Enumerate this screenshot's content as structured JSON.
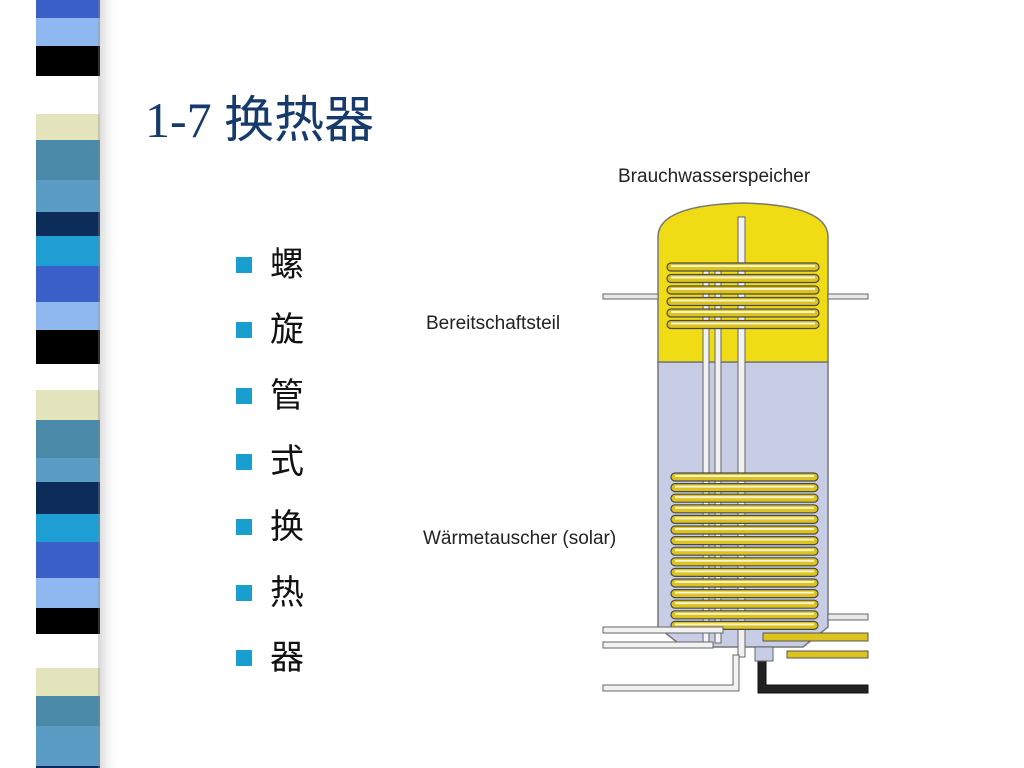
{
  "slide": {
    "title": "1-7 换热器"
  },
  "bullets": [
    {
      "text": "螺"
    },
    {
      "text": "旋"
    },
    {
      "text": "管"
    },
    {
      "text": "式"
    },
    {
      "text": "换"
    },
    {
      "text": "热"
    },
    {
      "text": "器"
    }
  ],
  "diagram": {
    "labels": {
      "tank": "Brauchwasserspeicher",
      "standby": "Bereitschaftsteil",
      "exchanger": "Wärmetauscher (solar)"
    }
  },
  "colors": {
    "title": "#163a6b",
    "bullet": "#199ed0",
    "tank_upper": "#f0dc14",
    "tank_lower": "#c8cde6",
    "coil": "#dcc31e"
  },
  "decoration": {
    "stripe_colors": [
      "#4a8aa8",
      "#0c2c5a",
      "#3a5fc8",
      "#000000",
      "#e4e4bc",
      "#5a9cc4",
      "#1f9ed4",
      "#8fb8f0",
      "#ffffff"
    ]
  }
}
